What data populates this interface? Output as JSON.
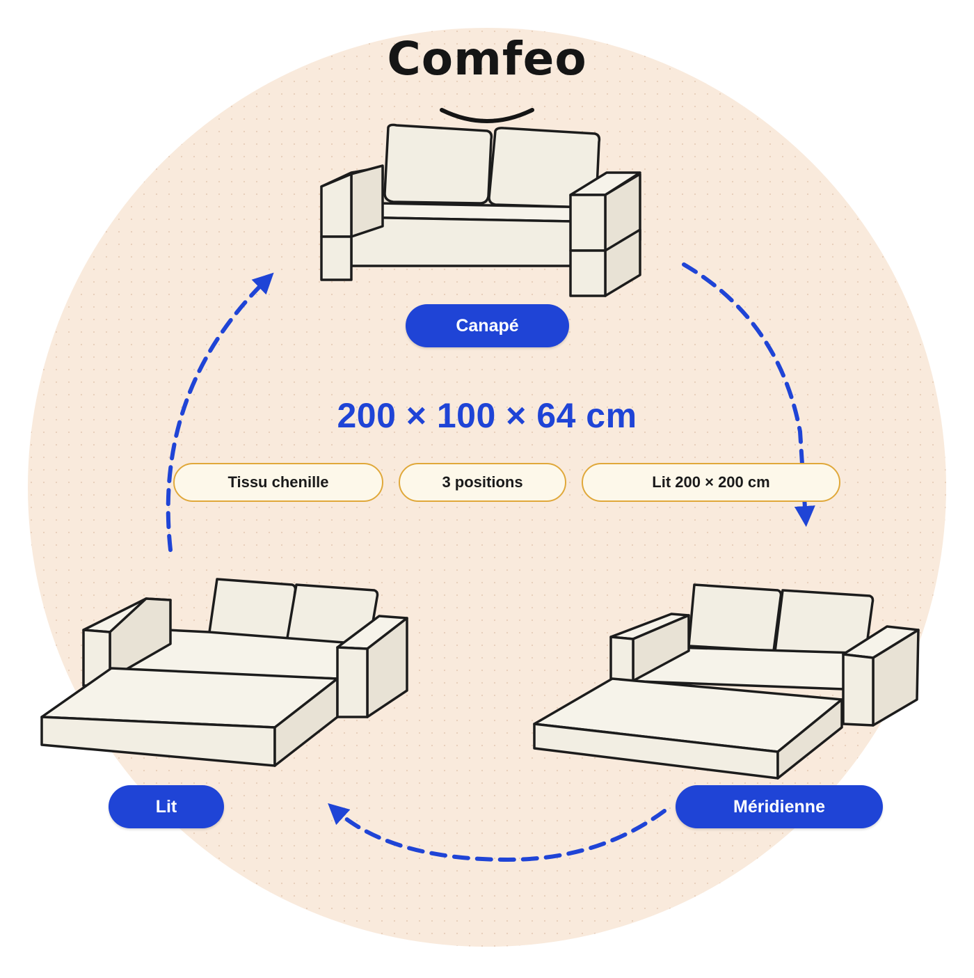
{
  "brand": "Comfeo",
  "dimensions": "200 × 100 × 64 cm",
  "modes": {
    "canape": "Canapé",
    "lit": "Lit",
    "meridienne": "Méridienne"
  },
  "features": [
    "Tissu chenille",
    "3 positions",
    "Lit 200 × 200 cm"
  ],
  "colors": {
    "accent_blue": "#1f44d6",
    "background_circle": "#f9eadc",
    "tag_border": "#e0a83a",
    "fabric": "#f2eee3"
  }
}
